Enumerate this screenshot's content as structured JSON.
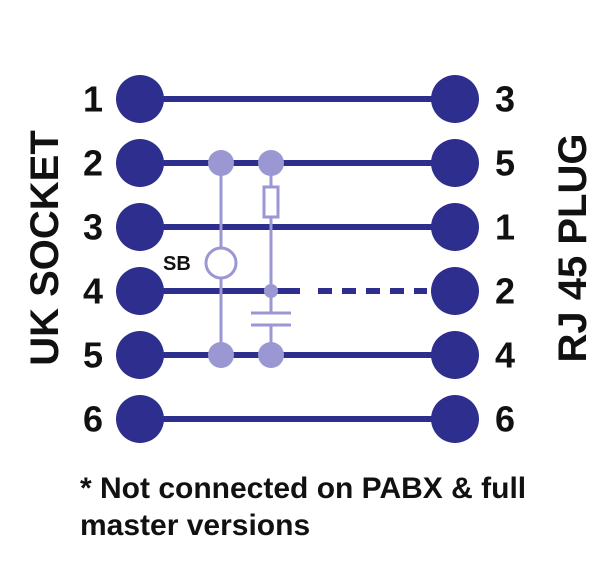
{
  "left_label": "UK SOCKET",
  "right_label": "RJ 45 PLUG",
  "sb_label": "SB",
  "footnote": "* Not connected on PABX & full master versions",
  "colors": {
    "wire": "#2e2e8e",
    "component": "#9b97d3",
    "text": "#111111"
  },
  "connections": [
    {
      "uk_pin": "1",
      "rj45_pin": "3",
      "style": "solid"
    },
    {
      "uk_pin": "2",
      "rj45_pin": "5",
      "style": "solid"
    },
    {
      "uk_pin": "3",
      "rj45_pin": "1",
      "style": "solid"
    },
    {
      "uk_pin": "4",
      "rj45_pin": "2",
      "style": "dashed"
    },
    {
      "uk_pin": "5",
      "rj45_pin": "4",
      "style": "solid"
    },
    {
      "uk_pin": "6",
      "rj45_pin": "6",
      "style": "solid"
    }
  ],
  "components": [
    "ringer-capacitor",
    "resistor",
    "surge-arrester-sb"
  ]
}
